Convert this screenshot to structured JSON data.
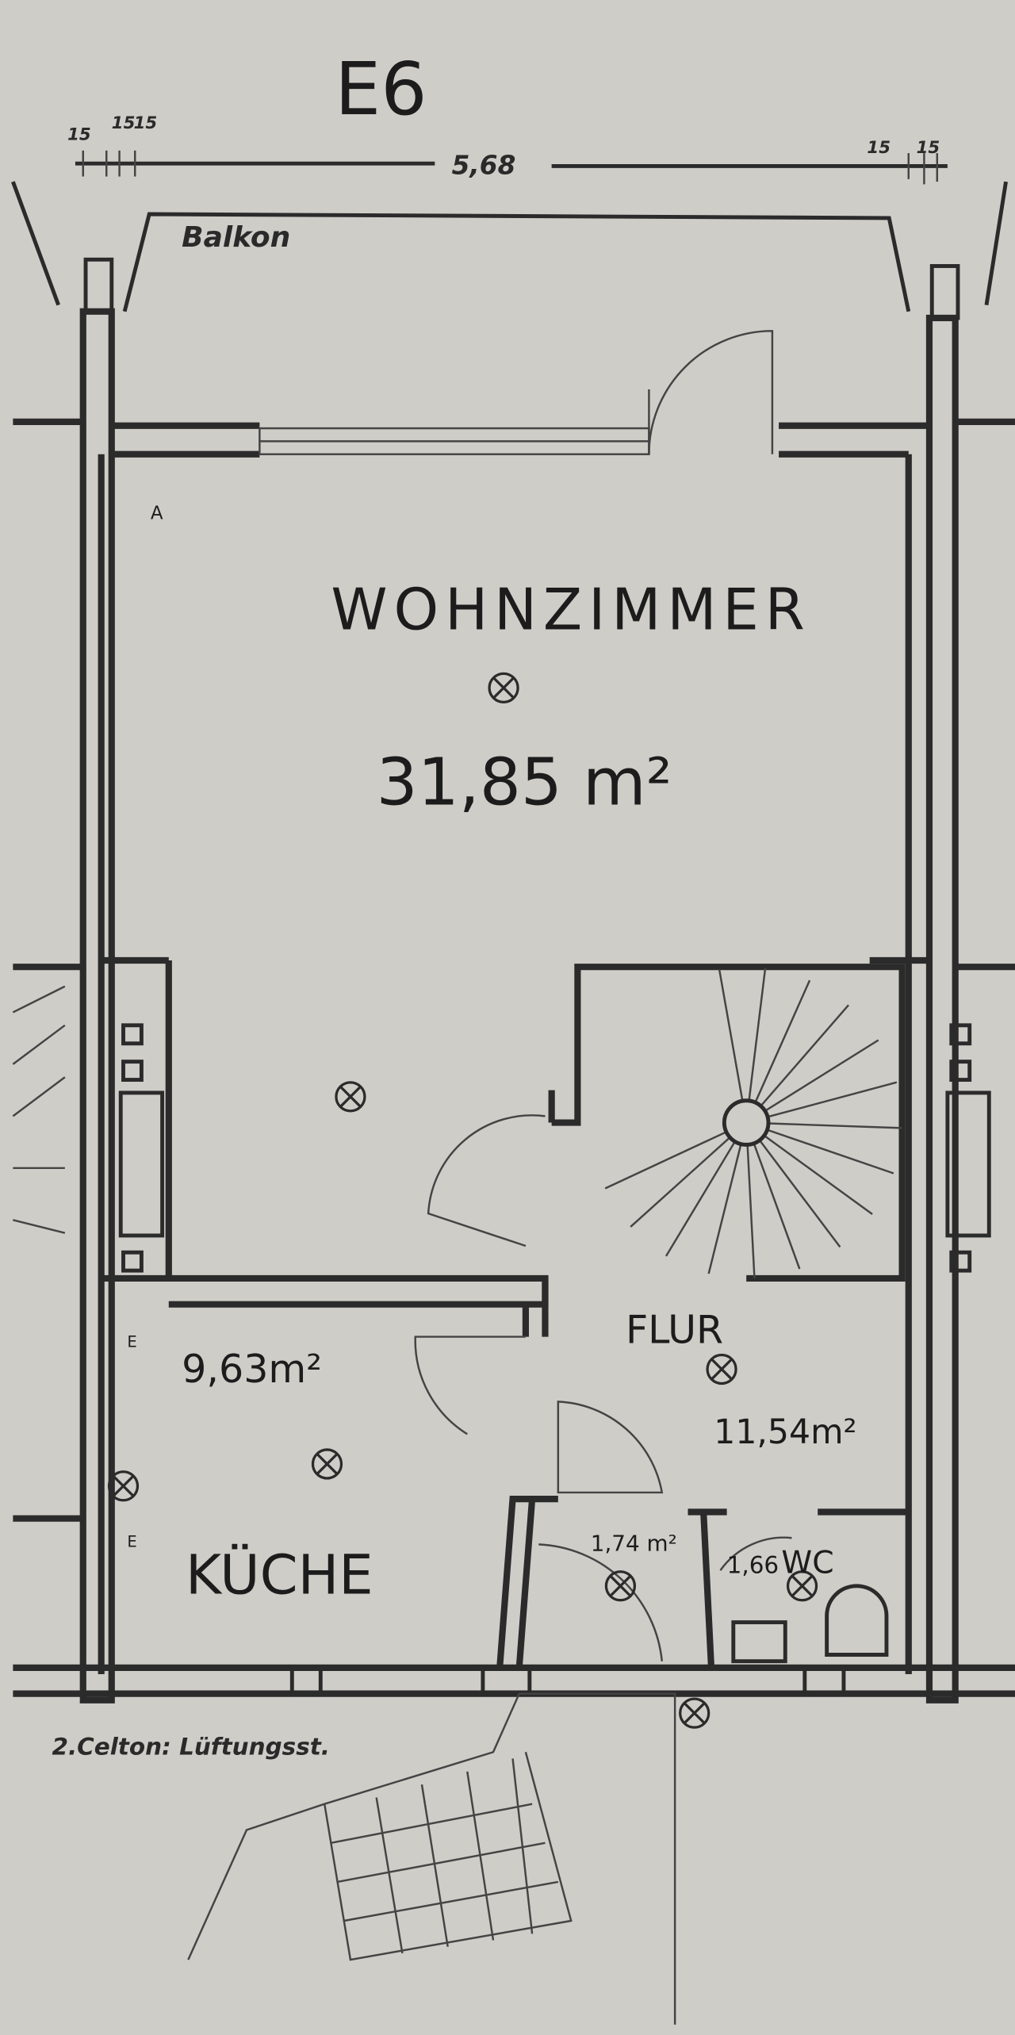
{
  "plan": {
    "title": "E6",
    "dimensions": {
      "total_width": "5,68",
      "left_marks": [
        "15",
        "15",
        "15"
      ],
      "right_marks": [
        "15",
        "15"
      ]
    },
    "rooms": {
      "balcony": {
        "label": "Balkon"
      },
      "living": {
        "label": "WOHNZIMMER",
        "area": "31,85 m²"
      },
      "hall": {
        "label": "FLUR",
        "area": "11,54m²"
      },
      "kitchen": {
        "label": "KÜCHE",
        "area": "9,63m²"
      },
      "storage": {
        "area": "1,74 m²"
      },
      "wc": {
        "label": "WC",
        "area": "1,66"
      }
    },
    "annotations": {
      "antenna": "A",
      "socket_e1": "E",
      "socket_e2": "E",
      "ventilation": "2.Celton: Lüftungsst."
    },
    "colors": {
      "paper": "#cfcdc8",
      "ink": "#2b2b2b"
    }
  }
}
